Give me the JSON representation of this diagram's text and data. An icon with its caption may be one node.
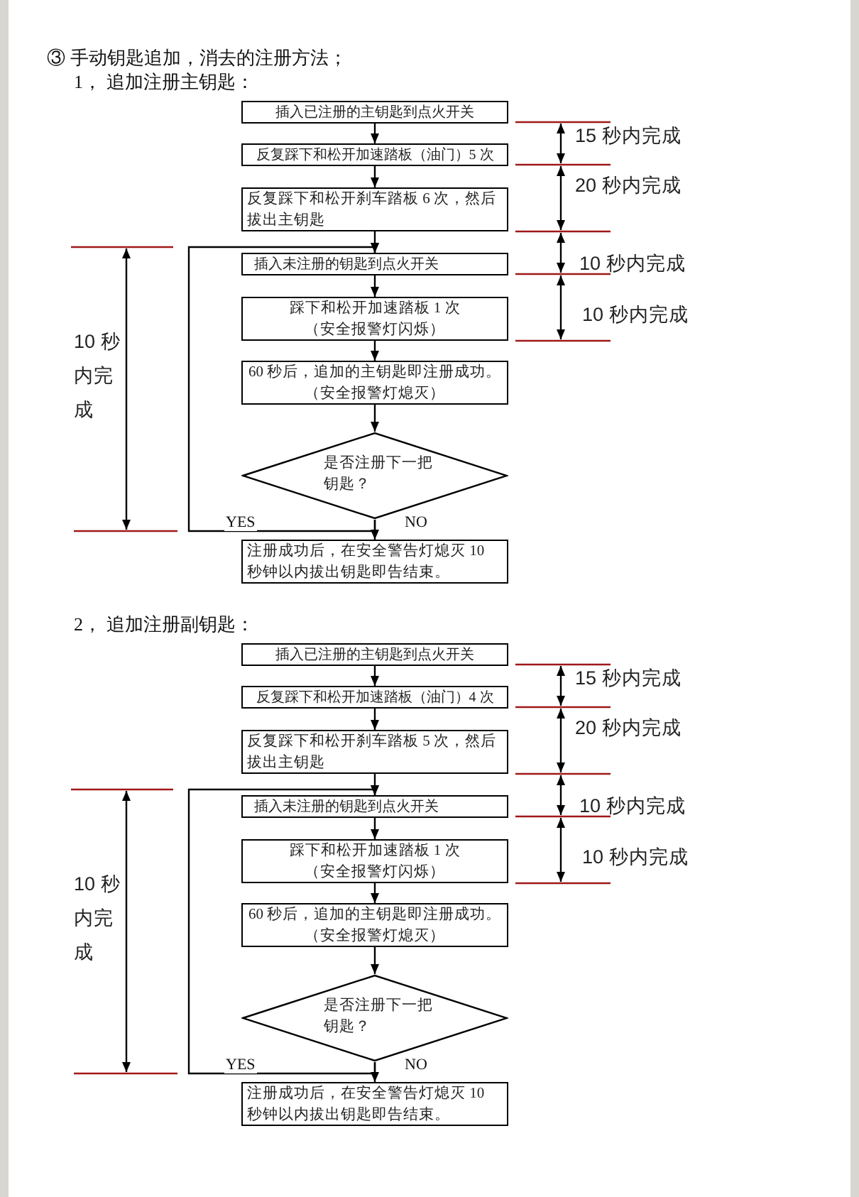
{
  "diagram": {
    "title": "③ 手动钥匙追加，消去的注册方法；",
    "nodes": [
      {
        "text": [
          "插入已注册的主钥匙到点火开关"
        ]
      },
      {
        "text": [
          "反复踩下和松开加速踏板（油门）5 次"
        ],
        "beside": [
          "15 秒内完成"
        ]
      },
      {
        "text": [
          "反复踩下和松开刹车踏板 6 次，然后拔出主钥匙"
        ],
        "beside": [
          "20 秒内完成"
        ]
      },
      {
        "text": [
          "插入未注册的钥匙到点火开关"
        ],
        "beside": [
          "10 秒内完成"
        ]
      },
      {
        "text": [
          "踩下和松开加速踏板 1 次",
          "（安全报警灯闪烁）"
        ],
        "beside": [
          "10 秒内完成"
        ]
      },
      {
        "text": [
          "60 秒后，追加的主钥匙即注册成功。",
          "（安全报警灯熄灭）"
        ]
      },
      {
        "text": [
          "是否注册下一把钥匙？"
        ]
      },
      {
        "text": [
          "注册成功后，在安全警告灯熄灭 10 秒钟以内拔出钥匙即告结束。"
        ]
      },
      {
        "text": [
          "插入已注册的主钥匙到点火开关"
        ]
      },
      {
        "text": [
          "反复踩下和松开加速踏板（油门）4 次"
        ],
        "beside": [
          "15 秒内完成"
        ]
      },
      {
        "text": [
          "反复踩下和松开刹车踏板 5 次，然后拔出主钥匙"
        ],
        "beside": [
          "20 秒内完成"
        ]
      },
      {
        "text": [
          "插入未注册的钥匙到点火开关"
        ],
        "beside": [
          "10 秒内完成"
        ]
      },
      {
        "text": [
          "踩下和松开加速踏板 1 次",
          "（安全报警灯闪烁）"
        ],
        "beside": [
          "10 秒内完成"
        ]
      },
      {
        "text": [
          "60 秒后，追加的主钥匙即注册成功。",
          "（安全报警灯熄灭）"
        ]
      },
      {
        "text": [
          "是否注册下一把钥匙？"
        ]
      },
      {
        "text": [
          "注册成功后，在安全警告灯熄灭 10 秒钟以内拔出钥匙即告结束。"
        ]
      }
    ],
    "edges": [
      {
        "from": 0,
        "to": 1,
        "arrow": "to"
      },
      {
        "from": 1,
        "to": 2,
        "arrow": "to"
      },
      {
        "from": 2,
        "to": 3,
        "arrow": "to"
      },
      {
        "from": 3,
        "to": 4,
        "arrow": "to"
      },
      {
        "from": 4,
        "to": 5,
        "arrow": "to"
      },
      {
        "from": 5,
        "to": 6,
        "arrow": "to"
      },
      {
        "from": 6,
        "to": 7,
        "arrow": "to",
        "label": "NO"
      },
      {
        "from": 6,
        "to": 3,
        "arrow": "to",
        "label": "YES"
      },
      {
        "from": 8,
        "to": 9,
        "arrow": "to"
      },
      {
        "from": 9,
        "to": 10,
        "arrow": "to"
      },
      {
        "from": 10,
        "to": 11,
        "arrow": "to"
      },
      {
        "from": 11,
        "to": 12,
        "arrow": "to"
      },
      {
        "from": 12,
        "to": 13,
        "arrow": "to"
      },
      {
        "from": 13,
        "to": 14,
        "arrow": "to"
      },
      {
        "from": 14,
        "to": 15,
        "arrow": "to",
        "label": "NO"
      },
      {
        "from": 14,
        "to": 11,
        "arrow": "to",
        "label": "YES"
      }
    ],
    "labels": [
      "1， 追加注册主钥匙：",
      "10 秒内完成",
      "2， 追加注册副钥匙：",
      "10 秒内完成"
    ]
  }
}
